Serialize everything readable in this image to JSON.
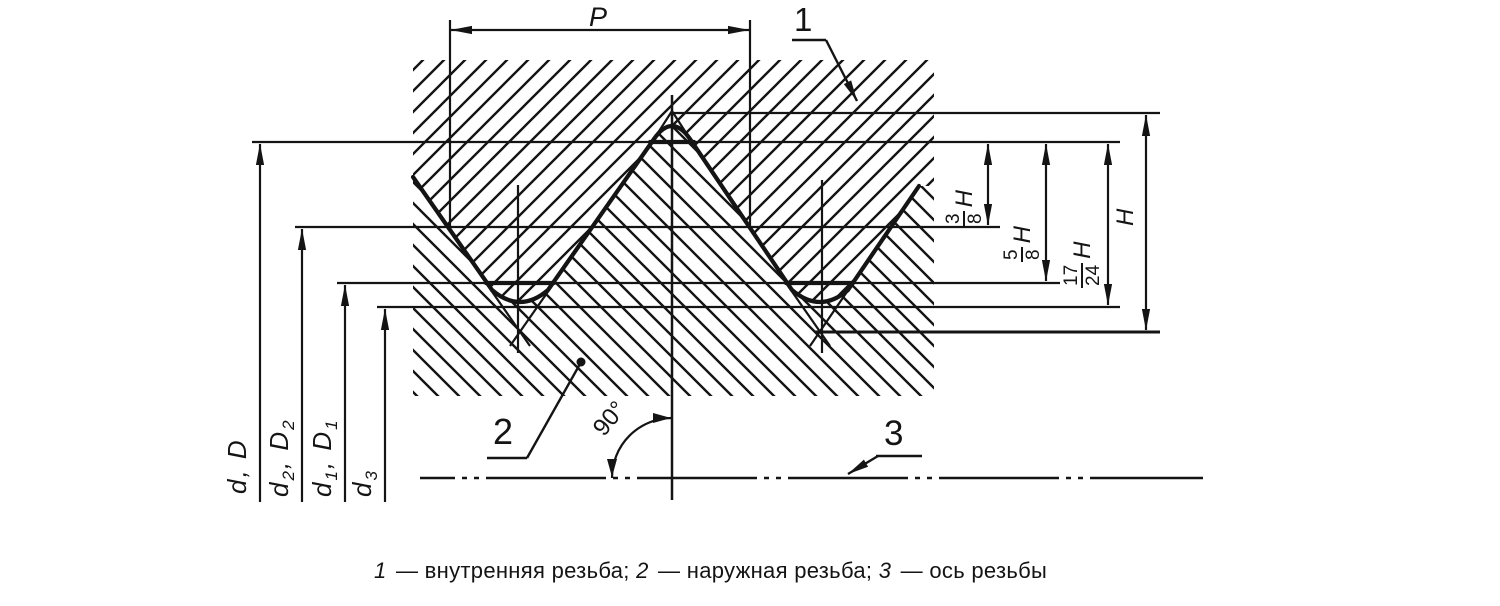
{
  "figure": {
    "labels": {
      "pitch": "P",
      "angle": "90°"
    },
    "callouts": [
      {
        "n": "1"
      },
      {
        "n": "2"
      },
      {
        "n": "3"
      }
    ],
    "height_dims": [
      {
        "num": "3",
        "den": "8",
        "sym": "H"
      },
      {
        "num": "5",
        "den": "8",
        "sym": "H"
      },
      {
        "num": "17",
        "den": "24",
        "sym": "H"
      },
      {
        "num": "",
        "den": "",
        "sym": "H"
      }
    ],
    "diameters": [
      {
        "p1": "d, D",
        "s1": "",
        "p2": "",
        "s2": ""
      },
      {
        "p1": "d",
        "s1": "2",
        "p2": ", D",
        "s2": "2"
      },
      {
        "p1": "d",
        "s1": "1",
        "p2": ", D",
        "s2": "1"
      },
      {
        "p1": "d",
        "s1": "3",
        "p2": "",
        "s2": ""
      }
    ],
    "caption": [
      {
        "n": "1",
        "t": " — внутренняя резьба; "
      },
      {
        "n": "2",
        "t": " — наружная резьба; "
      },
      {
        "n": "3",
        "t": " — ось резьбы"
      }
    ]
  },
  "colors": {
    "ink": "#141414",
    "background": "#ffffff"
  }
}
